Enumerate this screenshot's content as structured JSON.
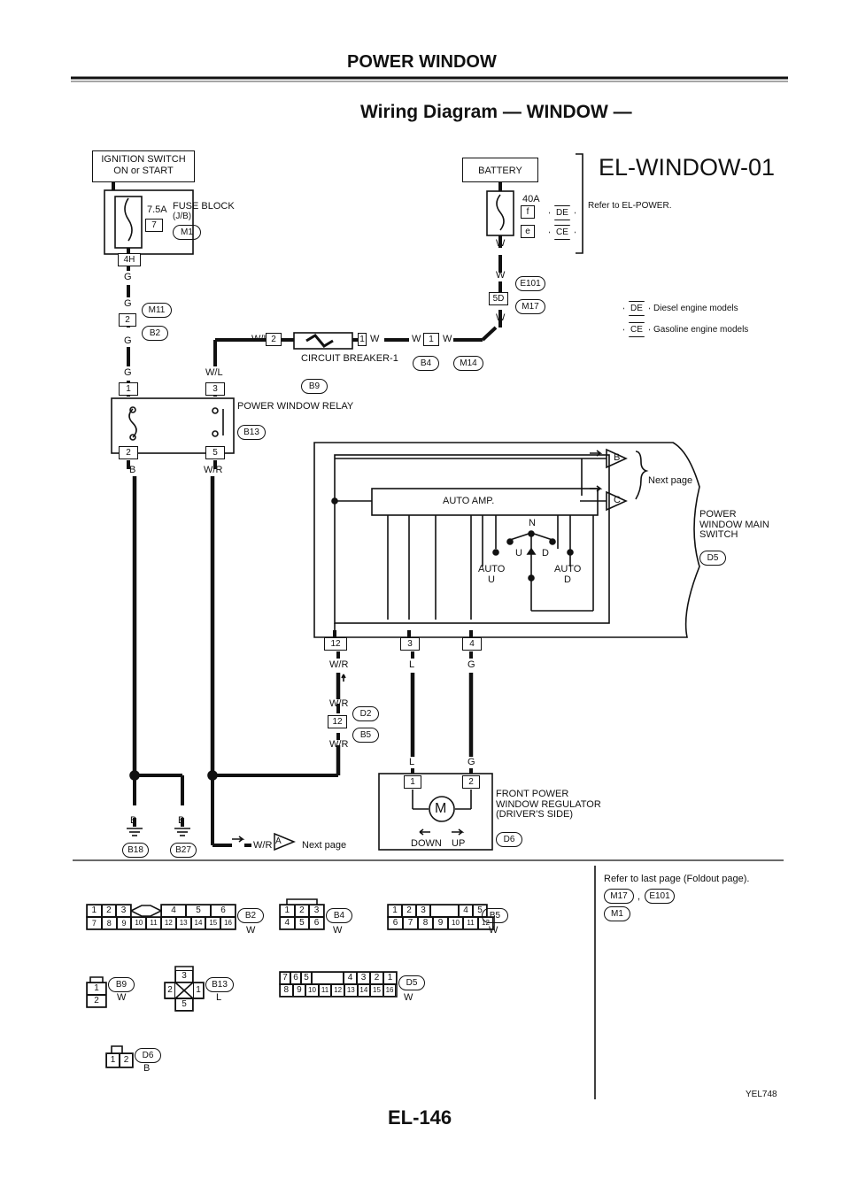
{
  "header": {
    "section_title": "POWER WINDOW",
    "diagram_title": "Wiring Diagram — WINDOW —",
    "diagram_code": "EL-WINDOW-01"
  },
  "components": {
    "ignition_switch": "IGNITION SWITCH ON or START",
    "fuse_rating": "7.5A",
    "fuse_number": "7",
    "fuse_block": "FUSE BLOCK",
    "fuse_block_sub": "(J/B)",
    "battery": "BATTERY",
    "fusible_rating": "40A",
    "fusible_f": "f",
    "fusible_e": "e",
    "refer_power": "Refer to EL-POWER.",
    "circuit_breaker": "CIRCUIT BREAKER-1",
    "relay": "POWER WINDOW RELAY",
    "auto_amp": "AUTO AMP.",
    "main_switch": "POWER WINDOW MAIN SWITCH",
    "switch_n": "N",
    "switch_u": "U",
    "switch_d": "D",
    "auto_u": "AUTO U",
    "auto_d": "AUTO D",
    "next_page": "Next page",
    "regulator": "FRONT POWER WINDOW REGULATOR (DRIVER'S SIDE)",
    "motor": "M",
    "down_label": "DOWN",
    "up_label": "UP",
    "arrow_b": "B",
    "arrow_c": "C",
    "arrow_a": "A"
  },
  "legend": {
    "diesel": "Diesel engine models",
    "gasoline": "Gasoline engine models",
    "de": "DE",
    "ce": "CE"
  },
  "connectors": [
    "M1",
    "M11",
    "B2",
    "B9",
    "B13",
    "B4",
    "M14",
    "E101",
    "M17",
    "D2",
    "B5",
    "D5",
    "D6",
    "B18",
    "B27"
  ],
  "pins": {
    "p4H": "4H",
    "p5D": "5D",
    "p1": "1",
    "p2": "2",
    "p3": "3",
    "p5": "5",
    "p12": "12",
    "p4": "4"
  },
  "wire_colors": {
    "G": "G",
    "W": "W",
    "WL": "W/L",
    "WR": "W/R",
    "B": "B",
    "L": "L"
  },
  "refer_box": {
    "text": "Refer to last page (Foldout page).",
    "conn_a": "M17",
    "conn_b": "E101",
    "conn_c": "M1",
    "sep": ","
  },
  "face_views": {
    "b2_top": [
      "1",
      "2",
      "3",
      "4",
      "5",
      "6"
    ],
    "b2_bot": [
      "7",
      "8",
      "9",
      "10",
      "11",
      "12",
      "13",
      "14",
      "15",
      "16"
    ],
    "b4_top": [
      "1",
      "2",
      "3"
    ],
    "b4_bot": [
      "4",
      "5",
      "6"
    ],
    "b5_top": [
      "1",
      "2",
      "3",
      "4",
      "5"
    ],
    "b5_bot": [
      "6",
      "7",
      "8",
      "9",
      "10",
      "11",
      "12"
    ],
    "b9": [
      "1",
      "2"
    ],
    "b13": [
      "3",
      "2",
      "1",
      "5"
    ],
    "d5_top": [
      "7",
      "6",
      "5",
      "4",
      "3",
      "2",
      "1"
    ],
    "d5_bot": [
      "8",
      "9",
      "10",
      "11",
      "12",
      "13",
      "14",
      "15",
      "16"
    ],
    "d6": [
      "1",
      "2"
    ],
    "color_w": "W",
    "color_l": "L",
    "color_b": "B"
  },
  "footer": {
    "page_number": "EL-146",
    "figure_code": "YEL748"
  }
}
